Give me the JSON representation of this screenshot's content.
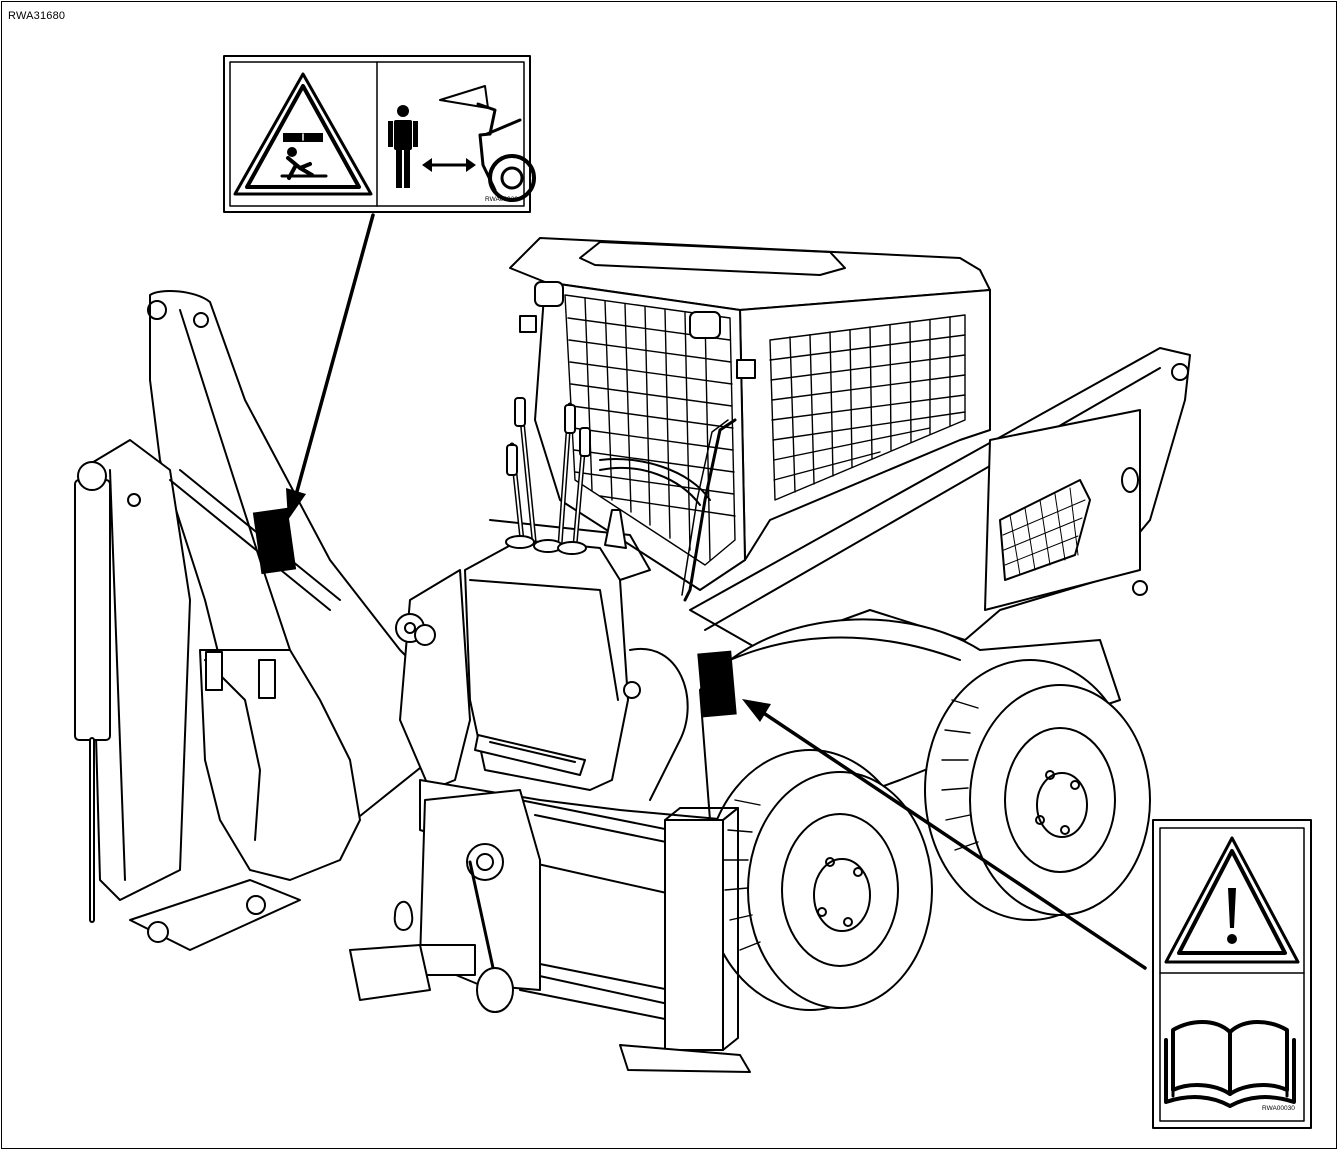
{
  "figure": {
    "code": "RWA31680"
  },
  "labels": [
    {
      "name": "crush-hazard-keep-distance-label",
      "code": "RWA00020",
      "icons": [
        "crush-warning-triangle-icon",
        "person-keep-distance-icon"
      ]
    },
    {
      "name": "general-warning-read-manual-label",
      "code": "RWA00030",
      "icons": [
        "exclamation-warning-triangle-icon",
        "operator-manual-book-icon"
      ]
    }
  ],
  "colors": {
    "line": "#000000",
    "background": "#ffffff"
  }
}
